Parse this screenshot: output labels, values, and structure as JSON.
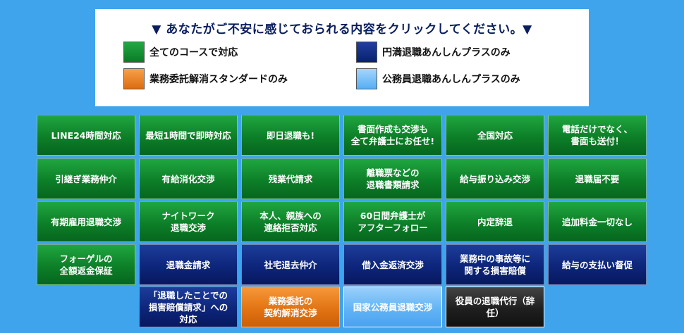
{
  "legend": {
    "title": "▼ あなたがご不安に感じておられる内容をクリックしてください。▼",
    "items": [
      {
        "label": "全てのコースで対応",
        "color": "#11882c"
      },
      {
        "label": "円満退職あんしんプラスのみ",
        "color": "#102d86"
      },
      {
        "label": "業務委託解消スタンダードのみ",
        "color": "#e8781c"
      },
      {
        "label": "公務員退職あんしんプラスのみ",
        "color": "#5fb6f6"
      }
    ]
  },
  "tiles": [
    {
      "label": "LINE24時間対応",
      "color": "green"
    },
    {
      "label": "最短1時間で即時対応",
      "color": "green"
    },
    {
      "label": "即日退職も!",
      "color": "green"
    },
    {
      "label": "書面作成も交渉も\n全て弁護士にお任せ!",
      "color": "green"
    },
    {
      "label": "全国対応",
      "color": "green"
    },
    {
      "label": "電話だけでなく、\n書面も送付！",
      "color": "green"
    },
    {
      "label": "引継ぎ業務仲介",
      "color": "green"
    },
    {
      "label": "有給消化交渉",
      "color": "green"
    },
    {
      "label": "残業代請求",
      "color": "green"
    },
    {
      "label": "離職票などの\n退職書類請求",
      "color": "green"
    },
    {
      "label": "給与振り込み交渉",
      "color": "green"
    },
    {
      "label": "退職届不要",
      "color": "green"
    },
    {
      "label": "有期雇用退職交渉",
      "color": "green"
    },
    {
      "label": "ナイトワーク\n退職交渉",
      "color": "green"
    },
    {
      "label": "本人、親族への\n連絡拒否対応",
      "color": "green"
    },
    {
      "label": "60日間弁護士が\nアフターフォロー",
      "color": "green"
    },
    {
      "label": "内定辞退",
      "color": "green"
    },
    {
      "label": "追加料金一切なし",
      "color": "green"
    },
    {
      "label": "フォーゲルの\n全額返金保証",
      "color": "green"
    },
    {
      "label": "退職金請求",
      "color": "navy"
    },
    {
      "label": "社宅退去仲介",
      "color": "navy"
    },
    {
      "label": "借入金返済交渉",
      "color": "navy"
    },
    {
      "label": "業務中の事故等に\n関する損害賠償",
      "color": "navy"
    },
    {
      "label": "給与の支払い督促",
      "color": "navy"
    },
    {
      "label": "「退職したことでの\n損害賠償請求」への\n対応",
      "color": "navy"
    },
    {
      "label": "業務委託の\n契約解消交渉",
      "color": "orange"
    },
    {
      "label": "国家公務員退職交渉",
      "color": "lightblue"
    },
    {
      "label": "役員の退職代行（辞任）",
      "color": "black"
    }
  ]
}
